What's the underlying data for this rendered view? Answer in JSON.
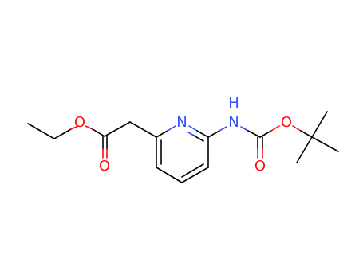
{
  "molecule": {
    "atoms": {
      "ring_n": {
        "symbol": "N",
        "color": "#3050f8"
      },
      "amide_n": {
        "symbol": "H\nN",
        "color": "#3050f8",
        "parts": [
          "H",
          "N"
        ]
      },
      "ester_ether_o": {
        "symbol": "O",
        "color": "#ff0d0d"
      },
      "ester_carbonyl_o": {
        "symbol": "O",
        "color": "#ff0d0d"
      },
      "carbamate_ether_o": {
        "symbol": "O",
        "color": "#ff0d0d"
      },
      "carbamate_carbonyl_o": {
        "symbol": "O",
        "color": "#ff0d0d"
      }
    },
    "colors": {
      "carbon_bond": "#000000",
      "oxygen": "#ff0d0d",
      "nitrogen": "#3050f8",
      "background": "#ffffff"
    }
  }
}
